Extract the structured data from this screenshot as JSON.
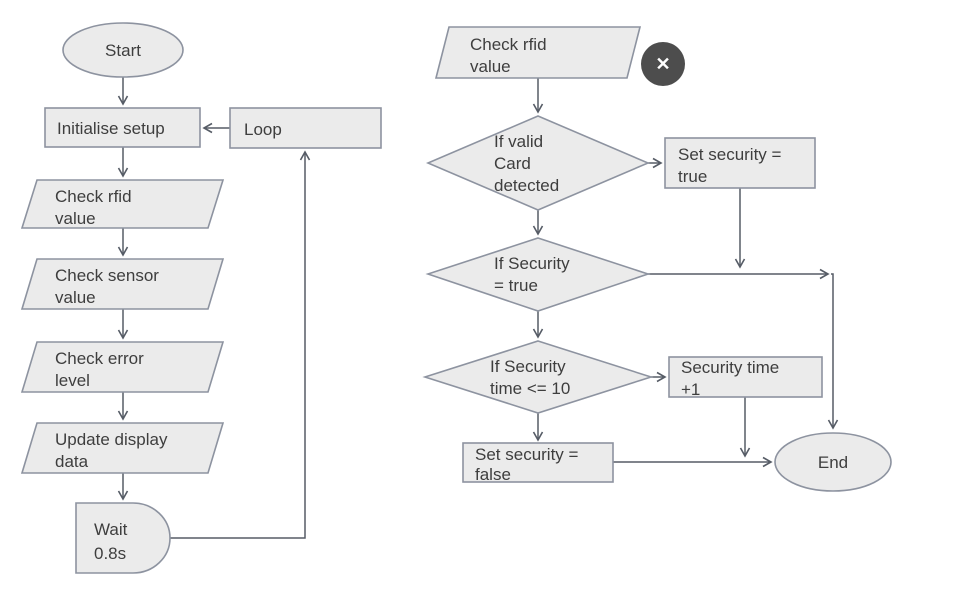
{
  "style": {
    "background": "#ffffff",
    "shape_fill": "#ebebeb",
    "shape_stroke": "#8d93a0",
    "connector_color": "#565c66",
    "text_color": "#3e3e3e",
    "close_button_bg": "#4d4d4d",
    "close_button_fg": "#ffffff"
  },
  "close_button": {
    "glyph": "✕"
  },
  "left_flow": {
    "start": {
      "type": "terminator",
      "label": "Start"
    },
    "initialise": {
      "type": "process",
      "label": "Initialise setup"
    },
    "loop": {
      "type": "process",
      "label": "Loop"
    },
    "check_rfid": {
      "type": "input-output",
      "lines": [
        "Check rfid",
        "value"
      ]
    },
    "check_sensor": {
      "type": "input-output",
      "lines": [
        "Check sensor",
        "value"
      ]
    },
    "check_error": {
      "type": "input-output",
      "lines": [
        "Check error",
        "level"
      ]
    },
    "update_display": {
      "type": "input-output",
      "lines": [
        "Update display",
        "data"
      ]
    },
    "wait": {
      "type": "delay",
      "lines": [
        "Wait",
        "0.8s"
      ]
    }
  },
  "right_flow": {
    "check_rfid": {
      "type": "input-output",
      "lines": [
        "Check rfid",
        "value"
      ]
    },
    "if_valid_card": {
      "type": "decision",
      "lines": [
        "If valid",
        "Card",
        "detected"
      ]
    },
    "set_security_true": {
      "type": "process",
      "lines": [
        "Set security =",
        "true"
      ]
    },
    "if_security_true": {
      "type": "decision",
      "lines": [
        "If Security",
        "= true"
      ]
    },
    "if_security_time": {
      "type": "decision",
      "lines": [
        "If Security",
        "time <= 10"
      ]
    },
    "security_time_plus1": {
      "type": "process",
      "lines": [
        "Security time",
        "+1"
      ]
    },
    "set_security_false": {
      "type": "process",
      "lines": [
        "Set security =",
        "false"
      ]
    },
    "end": {
      "type": "terminator",
      "label": "End"
    }
  }
}
